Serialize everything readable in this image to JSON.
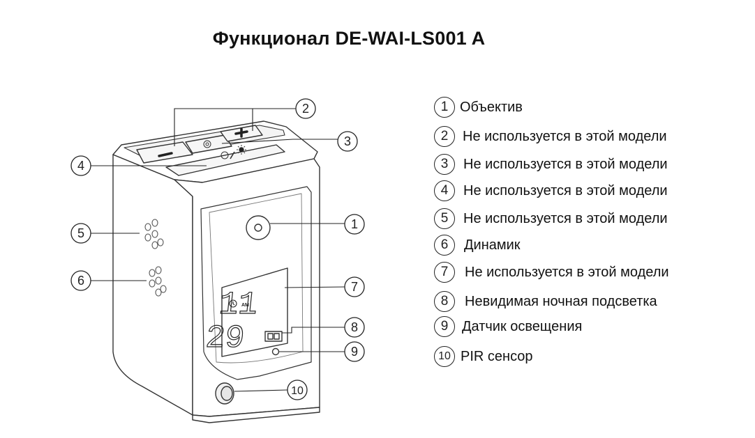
{
  "title": "Функционал DE-WAI-LS001 A",
  "callouts": [
    "1",
    "2",
    "3",
    "4",
    "5",
    "6",
    "7",
    "8",
    "9",
    "10"
  ],
  "legend": [
    {
      "num": "1",
      "text": "Объектив"
    },
    {
      "num": "2",
      "text": "Не используется в этой модели"
    },
    {
      "num": "3",
      "text": "Не используется в этой модели"
    },
    {
      "num": "4",
      "text": "Не используется в этой модели"
    },
    {
      "num": "5",
      "text": "Не используется в этой модели"
    },
    {
      "num": "6",
      "text": "Динамик"
    },
    {
      "num": "7",
      "text": "Не используется в этой модели"
    },
    {
      "num": "8",
      "text": "Невидимая ночная подсветка"
    },
    {
      "num": "9",
      "text": "Датчик освещения"
    },
    {
      "num": "10",
      "text": "PIR сенсор"
    }
  ],
  "device": {
    "buttons": {
      "minus": "−",
      "plus": "+"
    },
    "lcd": {
      "am_label": "AM",
      "hour_digits": "11",
      "minute_digits": "29"
    }
  }
}
